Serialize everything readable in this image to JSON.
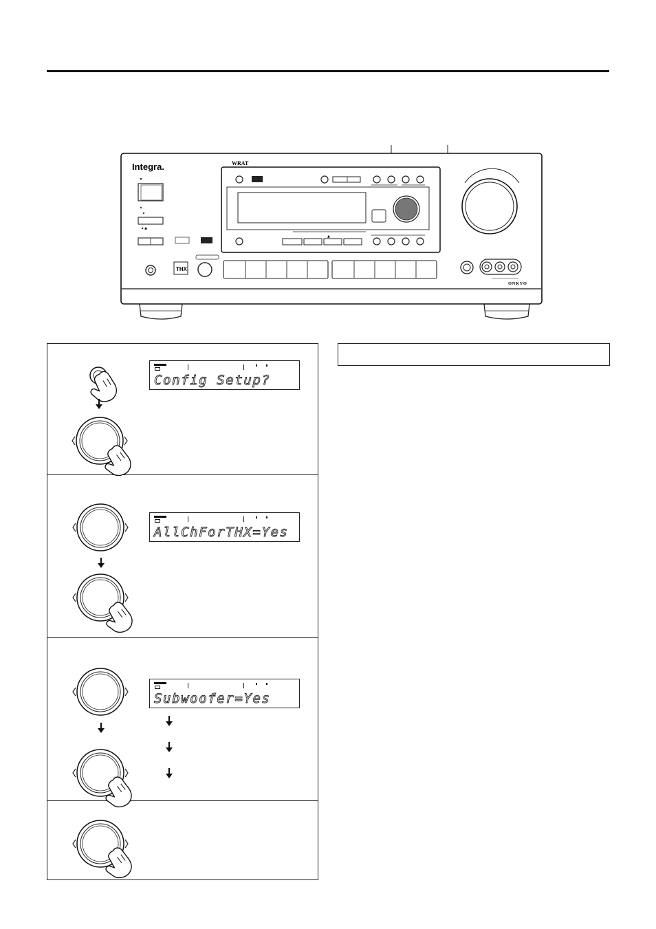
{
  "receiver": {
    "brand": "Integra.",
    "maker": "ONKYO",
    "panel_badge": "WRAT",
    "thx_logo": "THX"
  },
  "steps": [
    {
      "display_text": "Config Setup?"
    },
    {
      "display_text": "AllChForTHX=Yes"
    },
    {
      "display_text": "Subwoofer=Yes"
    },
    {}
  ],
  "icons": [
    "setup-button-press-icon",
    "dial-icon",
    "dial-press-icon",
    "down-arrow-icon"
  ]
}
